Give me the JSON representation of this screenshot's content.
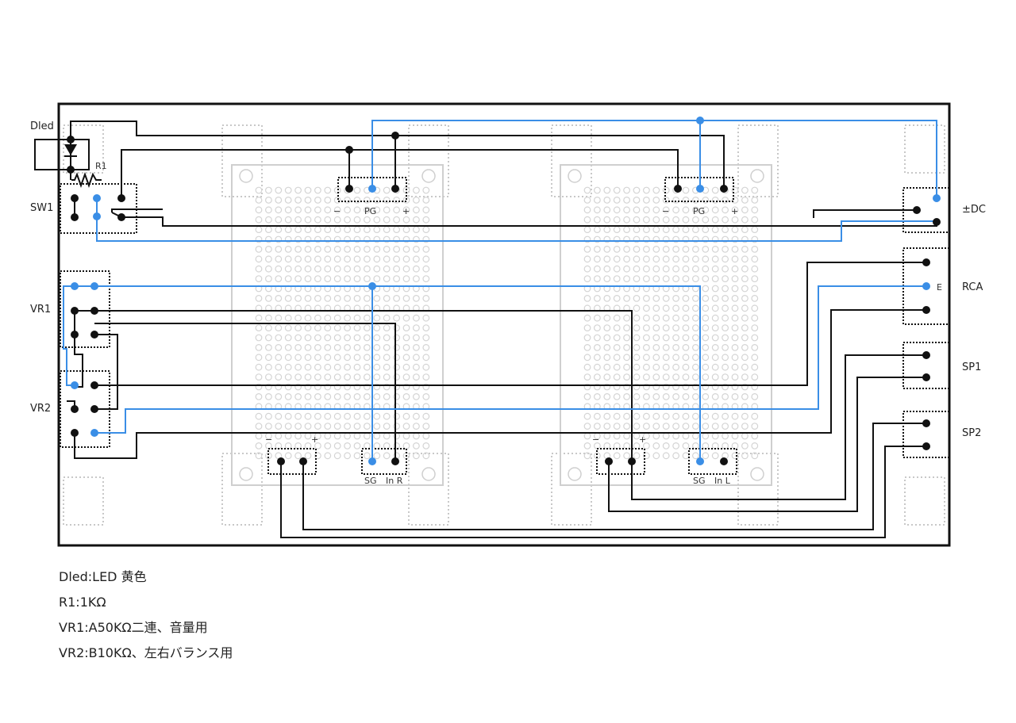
{
  "labels": {
    "dled": "Dled",
    "r1": "R1",
    "sw1": "SW1",
    "vr1": "VR1",
    "vr2": "VR2",
    "dc": "±DC",
    "rca": "RCA",
    "rca_e": "E",
    "sp1": "SP1",
    "sp2": "SP2"
  },
  "module_left": {
    "pg": "PG",
    "minus_top": "−",
    "plus_top": "+",
    "minus_bottom": "−",
    "plus_bottom": "+",
    "sg": "SG",
    "in": "In R"
  },
  "module_right": {
    "pg": "PG",
    "minus_top": "−",
    "plus_top": "+",
    "minus_bottom": "−",
    "plus_bottom": "+",
    "sg": "SG",
    "in": "In L"
  },
  "notes": [
    "Dled:LED 黄色",
    "R1:1KΩ",
    "VR1:A50KΩ二連、音量用",
    "VR2:B10KΩ、左右バランス用"
  ],
  "colors": {
    "wire_black": "#111111",
    "wire_blue": "#3a8ee6",
    "board_gray": "#cfcfcf",
    "dotted": "#c8c8c8"
  }
}
